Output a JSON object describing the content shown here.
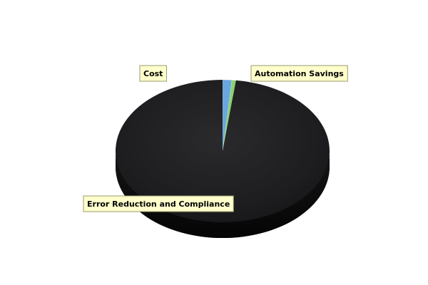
{
  "chart_data": {
    "type": "pie",
    "title": "",
    "labels": [
      "Automation Savings",
      "Cost",
      "Error Reduction and Compliance"
    ],
    "values": [
      1.4,
      0.6,
      98.0
    ],
    "colors": [
      "#6aa6df",
      "#88d36d",
      "#1b1b1d"
    ],
    "legend": "none",
    "style": "3d"
  }
}
